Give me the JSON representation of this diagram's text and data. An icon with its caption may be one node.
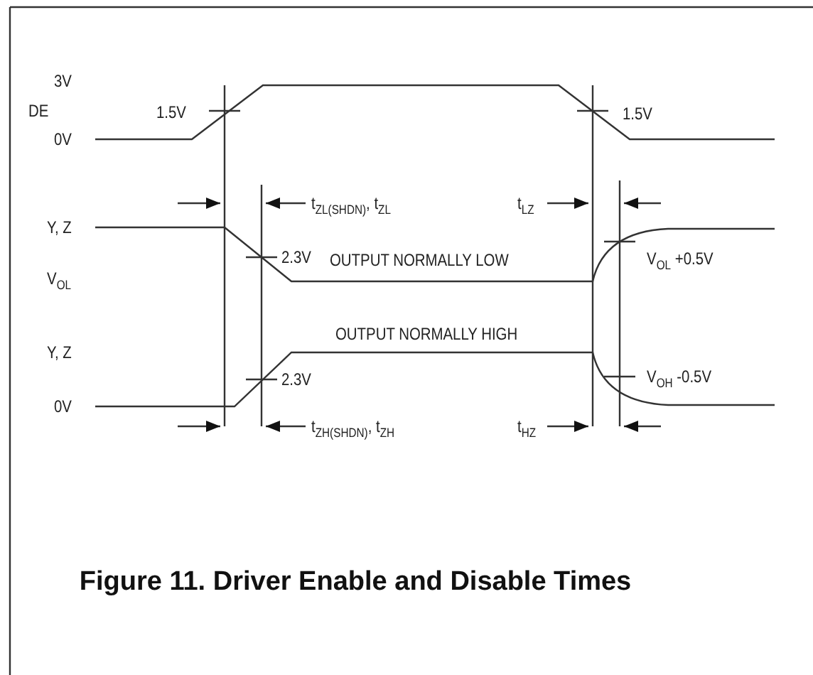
{
  "diagram": {
    "caption": "Figure 11. Driver Enable and Disable Times",
    "labels": [
      "3V",
      "DE",
      "1.5V",
      "1.5V",
      "0V",
      "t$_{ZL(SHDN)}$, t$_{ZL}$",
      "t$_{LZ}$",
      "Y, Z",
      "2.3V",
      "OUTPUT NORMALLY LOW",
      "V$_{OL}$ +0.5V",
      "V$_{OL}$",
      "OUTPUT NORMALLY HIGH",
      "Y, Z",
      "2.3V",
      "V$_{OH}$ -0.5V",
      "0V",
      "t$_{ZH(SHDN)}$, t$_{ZH}$",
      "t$_{HZ}$"
    ]
  }
}
